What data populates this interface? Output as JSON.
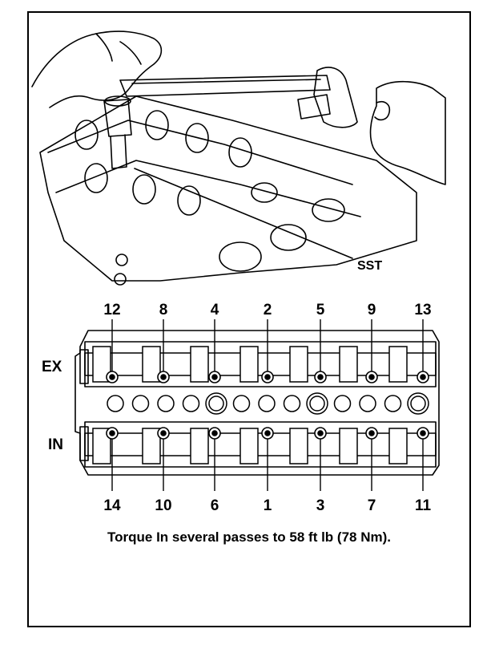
{
  "illustration": {
    "tool_label": "SST"
  },
  "bank_labels": {
    "exhaust": "EX",
    "intake": "IN"
  },
  "sequence_top": [
    "12",
    "8",
    "4",
    "2",
    "5",
    "9",
    "13"
  ],
  "sequence_bottom": [
    "14",
    "10",
    "6",
    "1",
    "3",
    "7",
    "11"
  ],
  "caption": "Torque In several passes to 58 ft lb (78 Nm)."
}
